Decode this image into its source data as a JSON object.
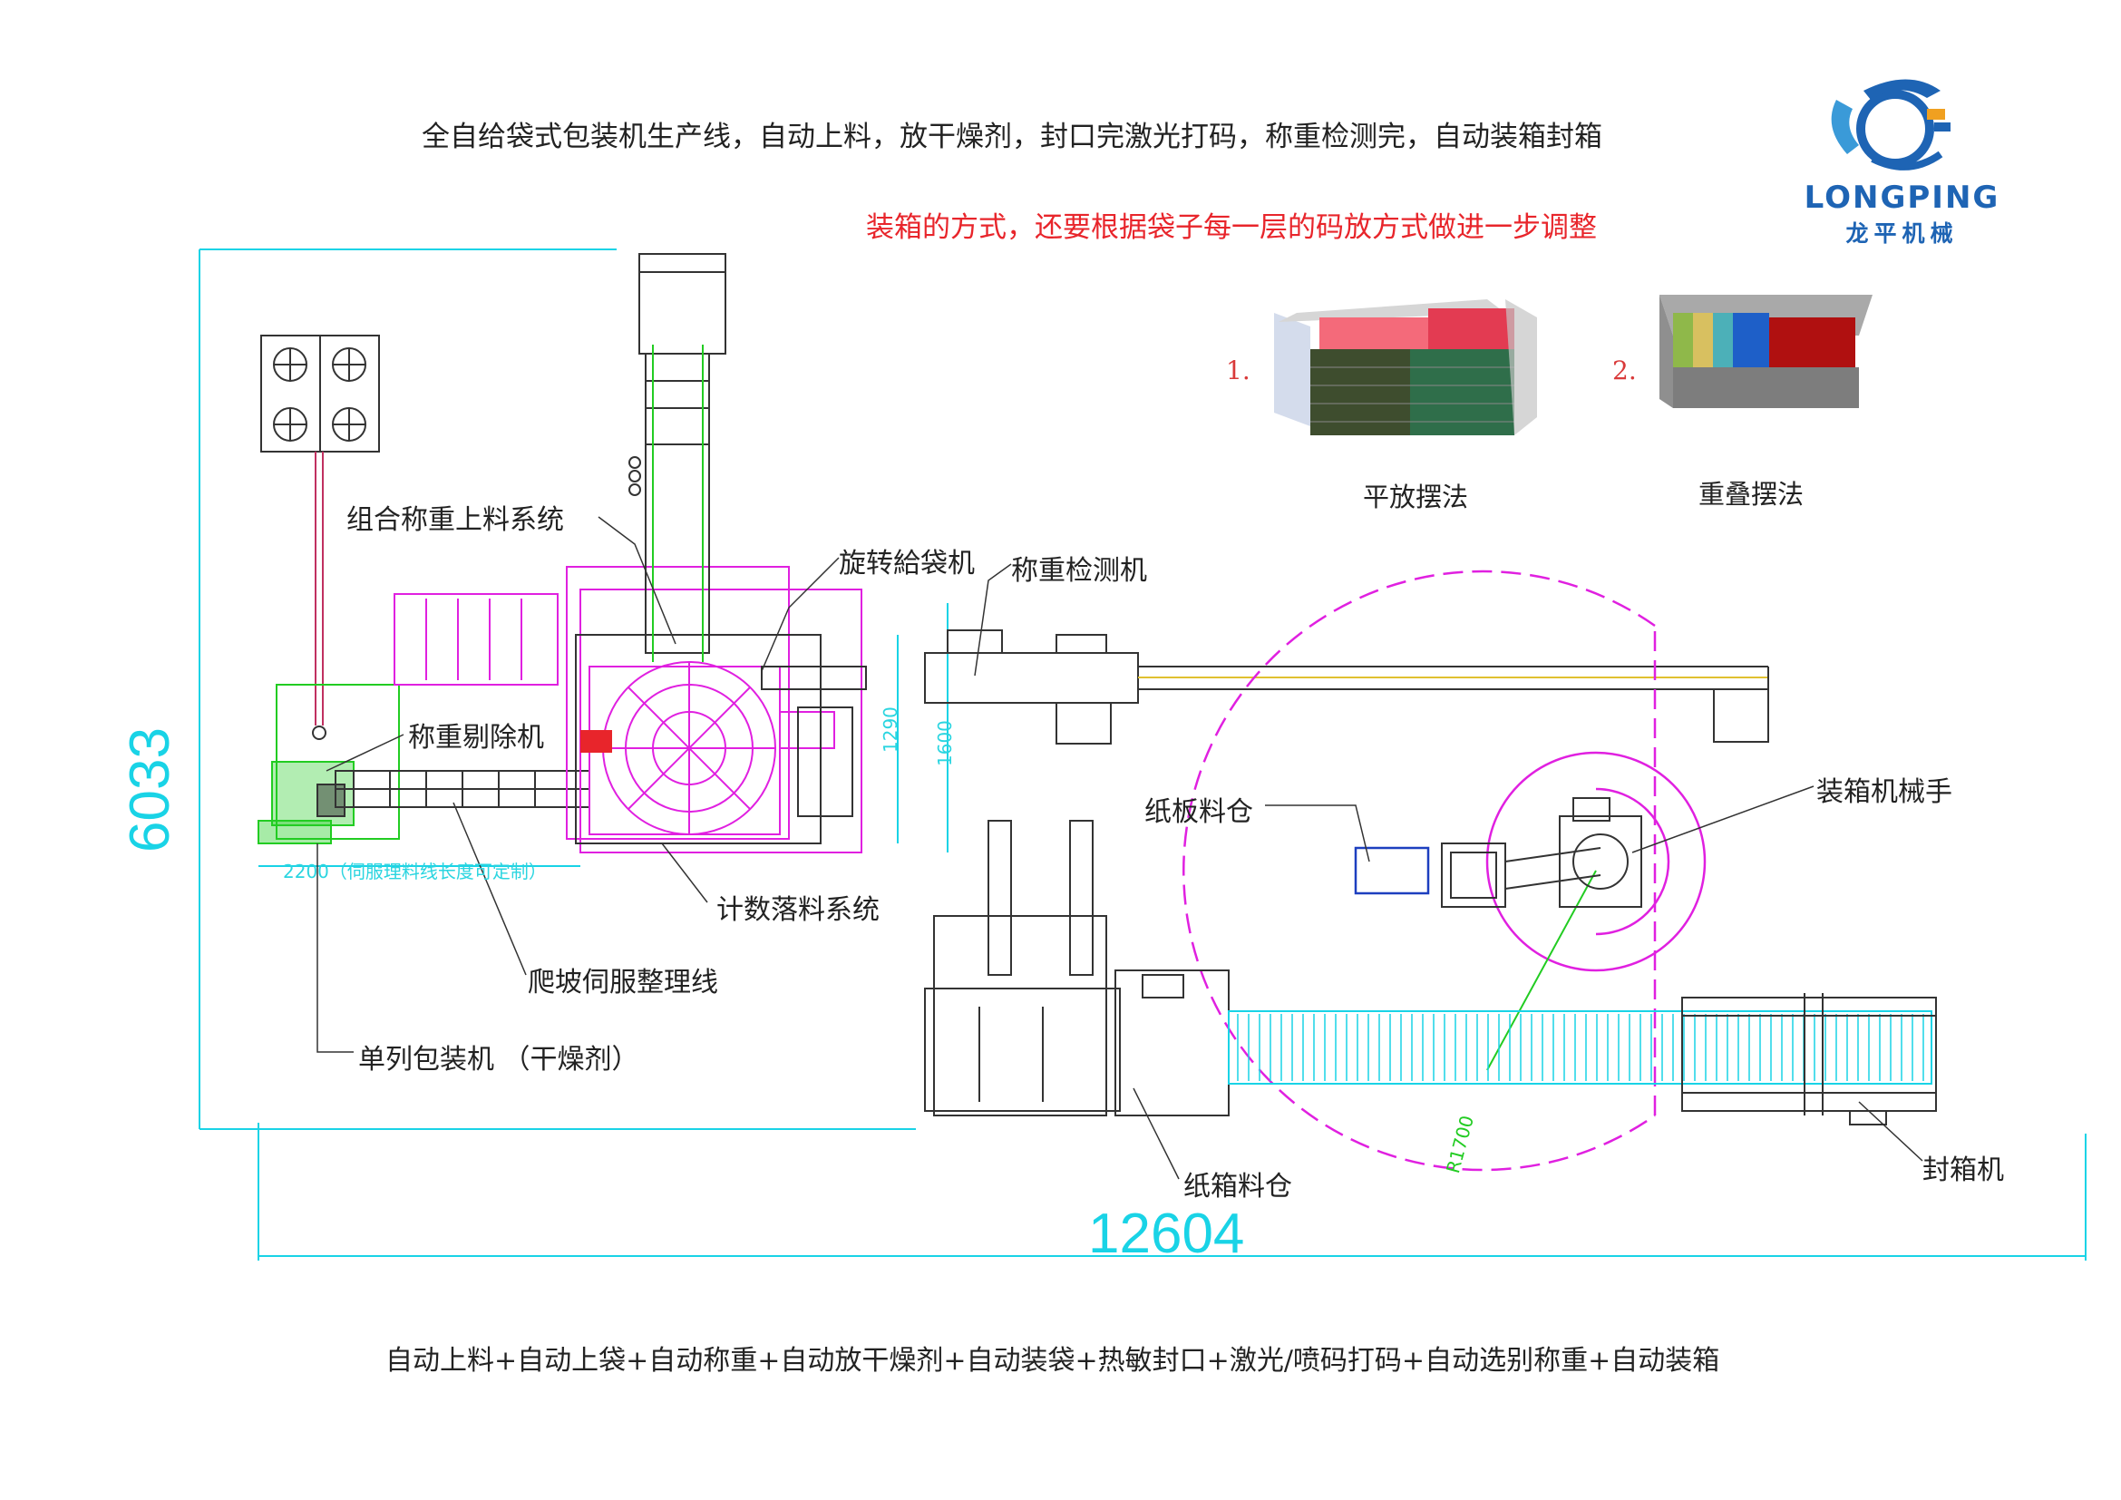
{
  "header": {
    "title": "全自给袋式包装机生产线，自动上料，放干燥剂，封口完激光打码，称重检测完，自动装箱封箱",
    "note": "装箱的方式，还要根据袋子每一层的码放方式做进一步调整"
  },
  "logo": {
    "en": "LONGPING",
    "cn": "龙平机械"
  },
  "methods": [
    {
      "num": "1.",
      "label": "平放摆法"
    },
    {
      "num": "2.",
      "label": "重叠摆法"
    }
  ],
  "labels": {
    "combo_weigher_feeding": "组合称重上料系统",
    "rotary_bag_feeder": "旋转給袋机",
    "check_weigher": "称重检测机",
    "weigh_reject": "称重剔除机",
    "counting_drop": "计数落料系统",
    "climbing_servo_line": "爬坡伺服整理线",
    "single_column_packer": "单列包装机 （干燥剂）",
    "cardboard_magazine": "纸板料仓",
    "case_packing_robot": "装箱机械手",
    "carton_magazine": "纸箱料仓",
    "case_sealer": "封箱机"
  },
  "dimensions": {
    "height": "6033",
    "width": "12604",
    "d1290": "1290",
    "d1600": "1600",
    "radius": "R1700",
    "servo_line": "2200（伺服理料线长度可定制）"
  },
  "footer": "自动上料+自动上袋+自动称重+自动放干燥剂+自动装袋+热敏封口+激光/喷码打码+自动选别称重+自动装箱",
  "colors": {
    "magenta": "#e020e0",
    "cyan": "#19d3e6",
    "green": "#22cc22",
    "red_text": "#e8252b",
    "logo_blue": "#1e64b4"
  }
}
